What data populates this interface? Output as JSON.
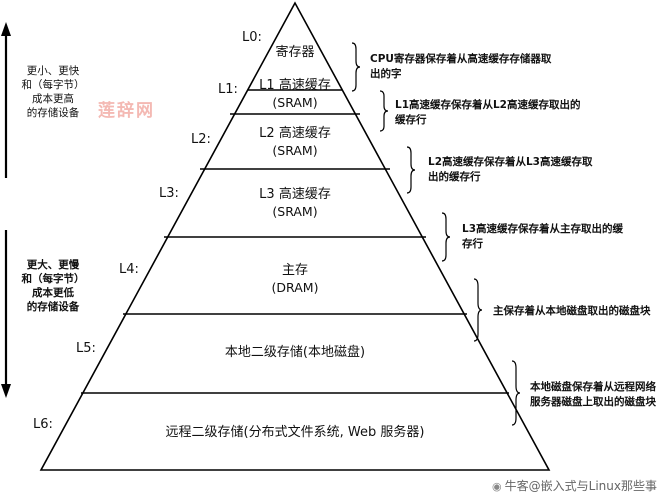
{
  "pyramid": {
    "levels": [
      {
        "label": "L0:",
        "title": "寄存器",
        "sub": ""
      },
      {
        "label": "L1:",
        "title": "L1 高速缓存",
        "sub": "(SRAM)"
      },
      {
        "label": "L2:",
        "title": "L2 高速缓存",
        "sub": "(SRAM)"
      },
      {
        "label": "L3:",
        "title": "L3 高速缓存",
        "sub": "(SRAM)"
      },
      {
        "label": "L4:",
        "title": "主存",
        "sub": "(DRAM)"
      },
      {
        "label": "L5:",
        "title": "本地二级存储(本地磁盘)",
        "sub": ""
      },
      {
        "label": "L6:",
        "title": "远程二级存储(分布式文件系统, Web 服务器)",
        "sub": ""
      }
    ]
  },
  "notes": [
    {
      "lines": [
        "CPU寄存器保存着从高速缓存存储器取",
        "出的字"
      ]
    },
    {
      "lines": [
        "L1高速缓存保存着从L2高速缓存取出的",
        "缓存行"
      ]
    },
    {
      "lines": [
        "L2高速缓存保存着从L3高速缓存取",
        "出的缓存行"
      ]
    },
    {
      "lines": [
        "L3高速缓存保存着从主存取出的缓",
        "存行"
      ]
    },
    {
      "lines": [
        "主保存着从本地磁盘取出的磁盘块"
      ]
    },
    {
      "lines": [
        "本地磁盘保存着从远程网络",
        "服务器磁盘上取出的磁盘块"
      ]
    }
  ],
  "side": {
    "top": [
      "更小、更快",
      "和（每字节）",
      "成本更高",
      "的存储设备"
    ],
    "bottom": [
      "更大、更慢",
      "和（每字节）",
      "成本更低",
      "的存储设备"
    ]
  },
  "watermark_logo": "莲辞网",
  "footer": {
    "icon": "niuke-logo-icon",
    "text": "牛客@嵌入式与Linux那些事"
  },
  "colors": {
    "line": "#000000",
    "watermark": "#f4b9b3"
  }
}
